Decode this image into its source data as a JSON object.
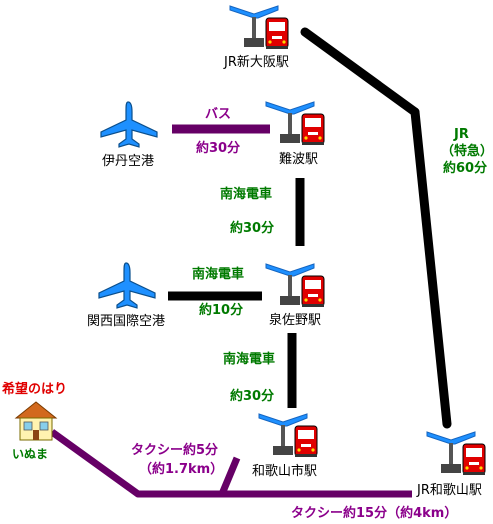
{
  "stations": {
    "shin_osaka": "JR新大阪駅",
    "namba": "難波駅",
    "izumisano": "泉佐野駅",
    "wakayamashi": "和歌山市駅",
    "jr_wakayama": "JR和歌山駅"
  },
  "airports": {
    "itami": "伊丹空港",
    "kansai": "関西国際空港"
  },
  "routes": {
    "itami_bus": {
      "mode": "バス",
      "time": "約30分"
    },
    "namba_izumisano": {
      "mode": "南海電車",
      "time": "約30分"
    },
    "kansai_izumisano": {
      "mode": "南海電車",
      "time": "約10分"
    },
    "izumisano_wakayamashi": {
      "mode": "南海電車",
      "time": "約30分"
    },
    "jr": {
      "mode": "JR",
      "sub": "（特急）",
      "time": "約60分"
    },
    "taxi_wakayamashi": {
      "mode": "タクシー約5分",
      "distance": "（約1.7km）"
    },
    "taxi_jr_wakayama": {
      "text": "タクシー約15分（約4km）"
    }
  },
  "destination": {
    "name_top": "希望のはり",
    "name_bottom": "いぬま"
  },
  "colors": {
    "rail_line": "#000000",
    "taxi_line": "#660066",
    "rail_label": "#007a00",
    "bus_taxi_label": "#8b008b",
    "platform_blue": "#1e90ff",
    "train_red": "#e00000",
    "plane_blue": "#1e90ff"
  }
}
